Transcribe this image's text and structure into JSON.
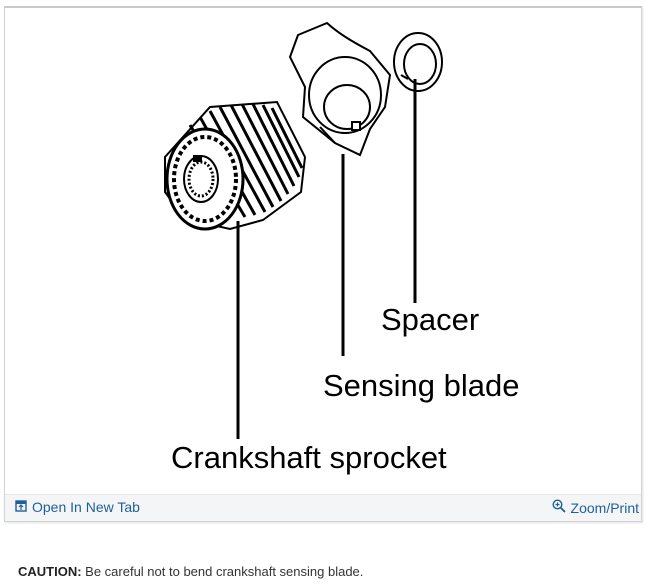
{
  "figure": {
    "labels": {
      "spacer": "Spacer",
      "sensing_blade": "Sensing blade",
      "crankshaft_sprocket": "Crankshaft sprocket"
    }
  },
  "toolbar": {
    "open_label": "Open In New Tab",
    "open_icon": "open-in-new-tab-icon",
    "zoom_label": "Zoom/Print",
    "zoom_icon": "zoom-in-icon",
    "link_color": "#1f5f9b"
  },
  "note": {
    "prefix": "CAUTION:",
    "text": " Be careful not to bend crankshaft sensing blade."
  }
}
